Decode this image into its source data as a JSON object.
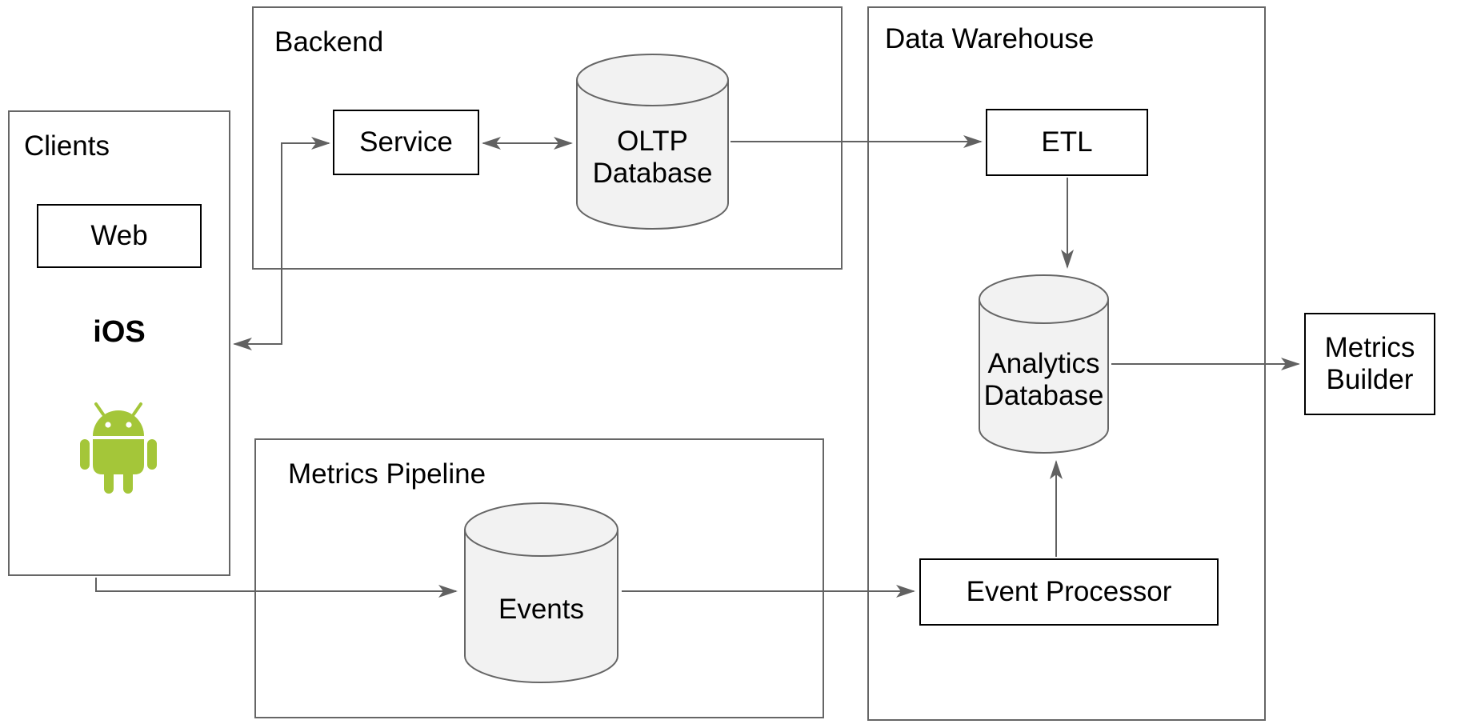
{
  "containers": {
    "clients": {
      "label": "Clients"
    },
    "backend": {
      "label": "Backend"
    },
    "metrics_pipeline": {
      "label": "Metrics Pipeline"
    },
    "data_warehouse": {
      "label": "Data Warehouse"
    }
  },
  "nodes": {
    "web": {
      "label": "Web"
    },
    "ios": {
      "label": "iOS"
    },
    "service": {
      "label": "Service"
    },
    "oltp_database": {
      "label": "OLTP\nDatabase"
    },
    "events": {
      "label": "Events"
    },
    "etl": {
      "label": "ETL"
    },
    "analytics_database": {
      "label": "Analytics\nDatabase"
    },
    "event_processor": {
      "label": "Event Processor"
    },
    "metrics_builder": {
      "label": "Metrics\nBuilder"
    }
  },
  "icons": {
    "android": "android-robot"
  },
  "connections": [
    {
      "from": "Clients",
      "to": "Service",
      "arrows": "both"
    },
    {
      "from": "Service",
      "to": "OLTP Database",
      "arrows": "both"
    },
    {
      "from": "OLTP Database",
      "to": "ETL",
      "arrows": "end"
    },
    {
      "from": "ETL",
      "to": "Analytics Database",
      "arrows": "end"
    },
    {
      "from": "Analytics Database",
      "to": "Metrics Builder",
      "arrows": "end"
    },
    {
      "from": "Event Processor",
      "to": "Analytics Database",
      "arrows": "end"
    },
    {
      "from": "Events",
      "to": "Event Processor",
      "arrows": "end"
    },
    {
      "from": "Clients",
      "to": "Events",
      "arrows": "end"
    }
  ],
  "colors": {
    "background": "#ffffff",
    "container_border": "#666666",
    "node_border": "#000000",
    "connector": "#616161",
    "cylinder_fill": "#f2f2f2",
    "cylinder_stroke": "#666666",
    "android_green": "#a4c639",
    "text": "#000000"
  }
}
